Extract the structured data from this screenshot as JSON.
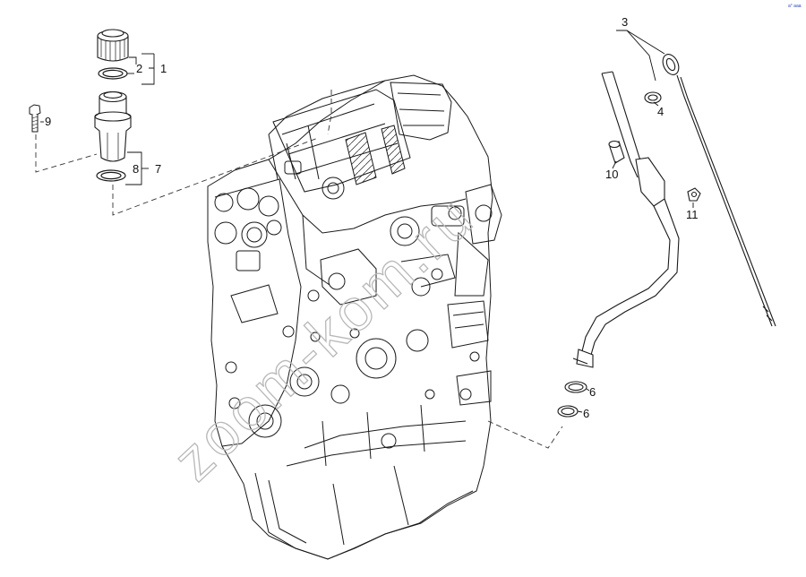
{
  "watermark": "zoom-kom.ru",
  "corner_mark": "а° ааа",
  "callouts": {
    "c1": "1",
    "c2": "2",
    "c3": "3",
    "c4": "4",
    "c6a": "6",
    "c6b": "6",
    "c7": "7",
    "c8": "8",
    "c9": "9",
    "c10": "10",
    "c11": "11"
  }
}
